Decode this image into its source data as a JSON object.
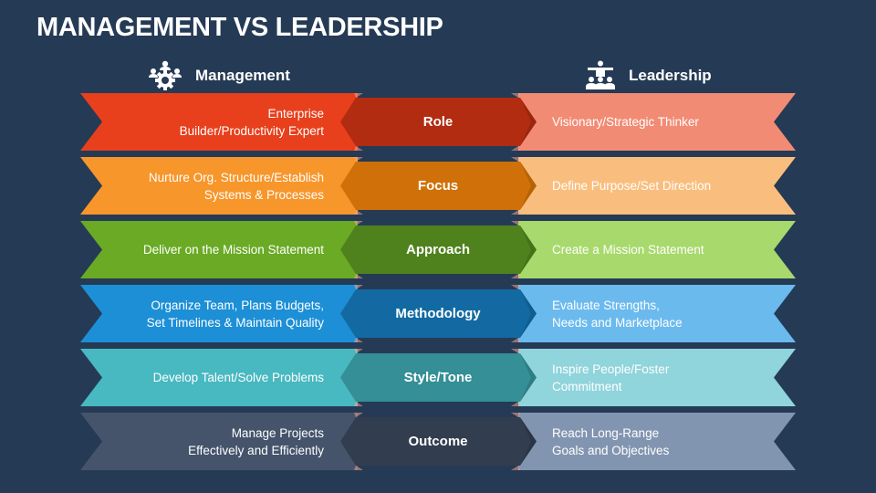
{
  "title": "MANAGEMENT VS LEADERSHIP",
  "columns": {
    "management": {
      "label": "Management",
      "icon": "team-gear-icon"
    },
    "leadership": {
      "label": "Leadership",
      "icon": "leader-team-icon"
    }
  },
  "rows": [
    {
      "category": "Role",
      "management": "Enterprise\nBuilder/Productivity Expert",
      "leadership": "Visionary/Strategic Thinker",
      "colors": {
        "left": "#e8401c",
        "mid": "#b12c10",
        "right": "#f28b74"
      }
    },
    {
      "category": "Focus",
      "management": "Nurture Org. Structure/Establish\nSystems & Processes",
      "leadership": "Define Purpose/Set Direction",
      "colors": {
        "left": "#f7962b",
        "mid": "#d07008",
        "right": "#f9be7e"
      }
    },
    {
      "category": "Approach",
      "management": "Deliver on the Mission Statement",
      "leadership": "Create a Mission Statement",
      "colors": {
        "left": "#6aaa25",
        "mid": "#4f821c",
        "right": "#a8d96c"
      }
    },
    {
      "category": "Methodology",
      "management": "Organize Team, Plans Budgets,\nSet Timelines & Maintain Quality",
      "leadership": "Evaluate Strengths,\nNeeds and Marketplace",
      "colors": {
        "left": "#1d8fd6",
        "mid": "#136aa3",
        "right": "#6bbaee"
      }
    },
    {
      "category": "Style/Tone",
      "management": "Develop Talent/Solve Problems",
      "leadership": "Inspire People/Foster\nCommitment",
      "colors": {
        "left": "#48b8c1",
        "mid": "#348f96",
        "right": "#90d4dc"
      }
    },
    {
      "category": "Outcome",
      "management": "Manage Projects\nEffectively and Efficiently",
      "leadership": "Reach Long-Range\nGoals and Objectives",
      "colors": {
        "left": "#45546b",
        "mid": "#323d4f",
        "right": "#8295b0"
      }
    }
  ]
}
